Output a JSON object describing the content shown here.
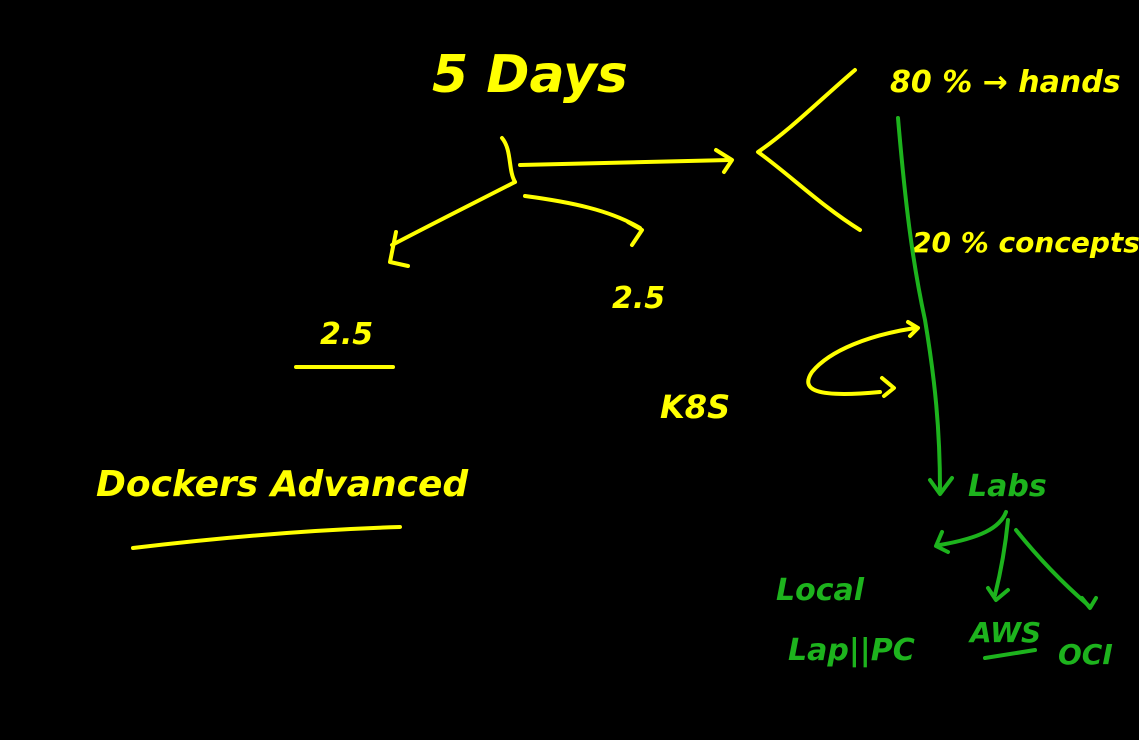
{
  "canvas": {
    "background": "#000000",
    "ink_yellow": "#ffff00",
    "ink_green": "#1db31d"
  },
  "notes": {
    "title": "5 Days",
    "split_left": "2.5",
    "split_right": "2.5",
    "percent_top": "80 % → hands",
    "percent_bottom": "20 % concepts",
    "k8s": "K8S",
    "docker": "Dockers Advanced",
    "labs": "Labs",
    "local": "Local",
    "laptop": "Lap||PC",
    "aws": "AWS",
    "oci": "OCI"
  }
}
